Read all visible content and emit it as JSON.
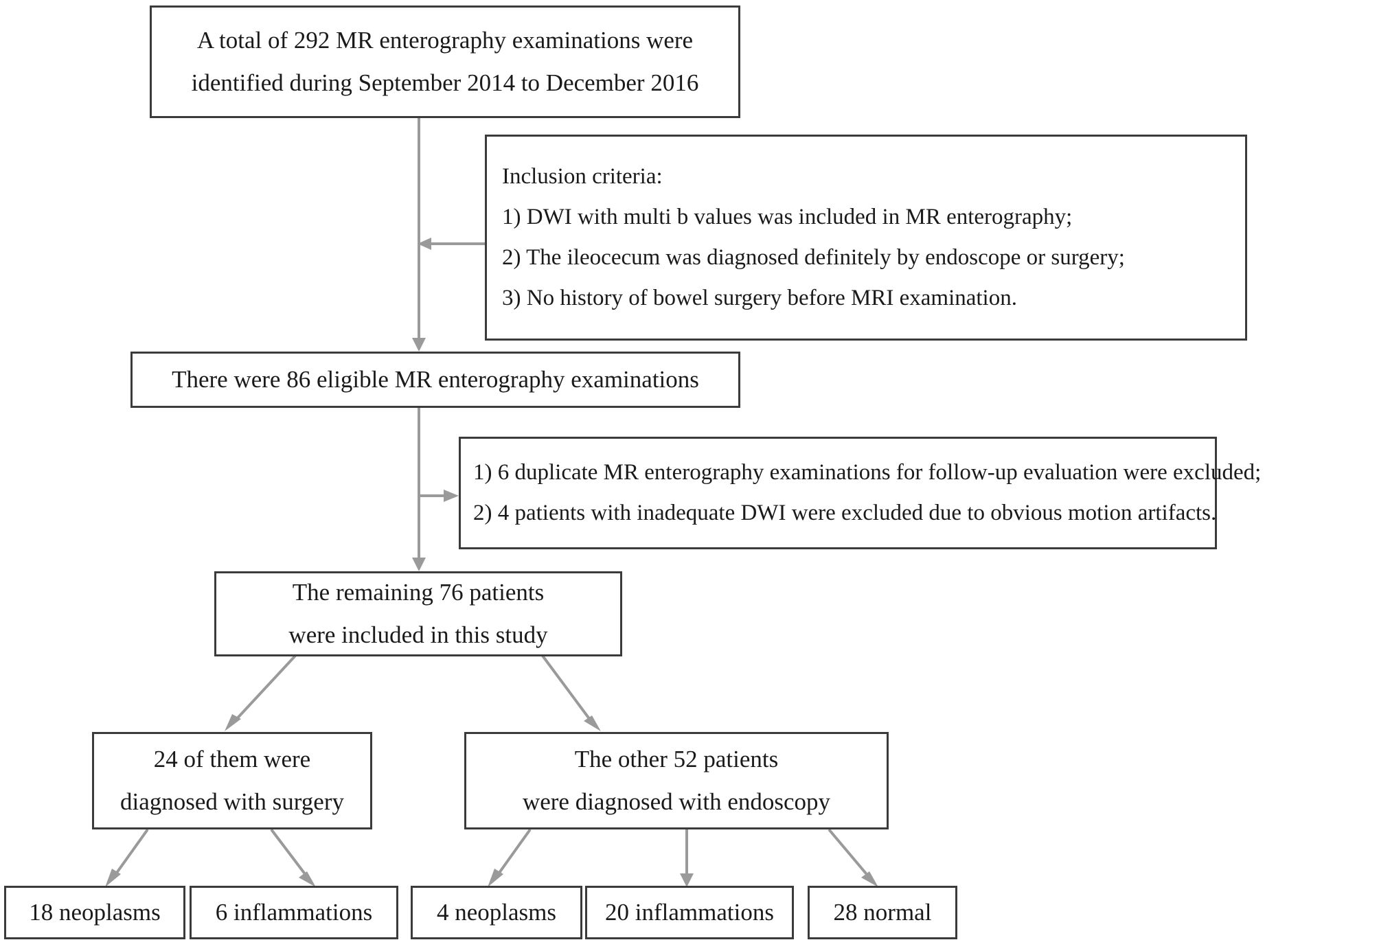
{
  "figure": {
    "type": "flowchart",
    "orientation": "top-down",
    "box_border_color": "#3b3b3b",
    "connector_color": "#9a9a9a",
    "background": "#ffffff"
  },
  "nodes": {
    "total_exams": {
      "lines": [
        "A total of 292 MR enterography examinations were",
        "identified during September 2014 to December 2016"
      ]
    },
    "inclusion_criteria": {
      "lines": [
        "Inclusion criteria:",
        "1) DWI with multi b values was included in MR enterography;",
        "2) The ileocecum was diagnosed definitely by endoscope or surgery;",
        "3) No history of bowel surgery before MRI examination."
      ]
    },
    "eligible_exams": {
      "lines": [
        "There were 86 eligible MR enterography examinations"
      ]
    },
    "exclusions": {
      "lines": [
        "1) 6 duplicate MR enterography examinations for follow-up evaluation were excluded;",
        "2) 4 patients with inadequate DWI were excluded due to obvious motion artifacts."
      ]
    },
    "remaining_patients": {
      "lines": [
        "The remaining 76 patients",
        "were included in this study"
      ]
    },
    "surgery_group": {
      "lines": [
        "24 of them were",
        "diagnosed with surgery"
      ]
    },
    "endoscopy_group": {
      "lines": [
        "The other 52 patients",
        "were diagnosed with endoscopy"
      ]
    },
    "leaf_neoplasms_surgery": {
      "label": "18 neoplasms"
    },
    "leaf_inflammations_surgery": {
      "label": "6 inflammations"
    },
    "leaf_neoplasms_endoscopy": {
      "label": "4 neoplasms"
    },
    "leaf_inflammations_endoscopy": {
      "label": "20 inflammations"
    },
    "leaf_normal_endoscopy": {
      "label": "28 normal"
    }
  }
}
